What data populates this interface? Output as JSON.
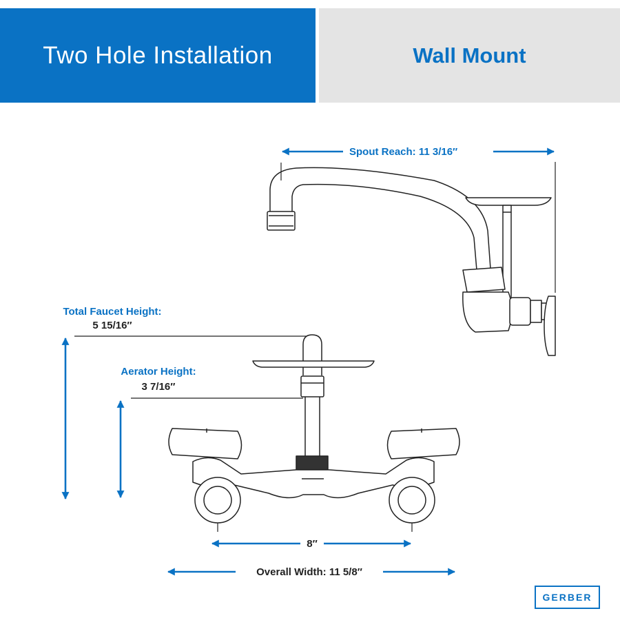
{
  "header": {
    "left_title": "Two Hole Installation",
    "right_title": "Wall Mount"
  },
  "dimensions": {
    "spout_reach": "Spout Reach: 11 3/16″",
    "total_height_line1": "Total Faucet Height:",
    "total_height_line2": "5 15/16″",
    "aerator_height_line1": "Aerator Height:",
    "aerator_height_line2": "3 7/16″",
    "center_spacing": "8″",
    "overall_width": "Overall Width: 11 5/8″"
  },
  "brand": {
    "logo_text": "GERBER"
  },
  "colors": {
    "accent": "#0a72c4",
    "line": "#222222",
    "header_gray": "#e4e4e4"
  }
}
